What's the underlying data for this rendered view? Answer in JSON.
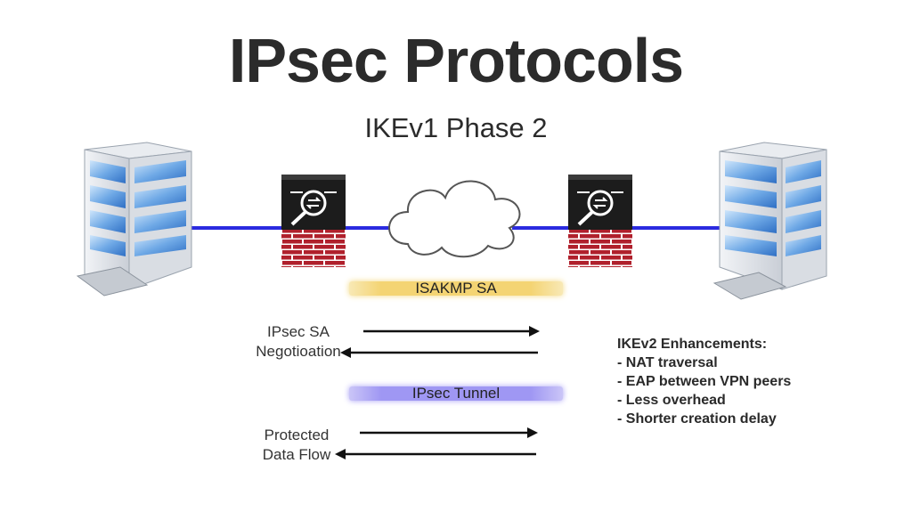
{
  "title": "IPsec Protocols",
  "subtitle": "IKEv1 Phase 2",
  "isakmp_band": "ISAKMP SA",
  "ipsec_band": "IPsec Tunnel",
  "negotiation_label": [
    "IPsec SA",
    "Negotioation"
  ],
  "data_flow_label": [
    "Protected",
    "Data Flow"
  ],
  "enhancements": {
    "heading": "IKEv2 Enhancements:",
    "items": [
      "- NAT traversal",
      "- EAP between VPN peers",
      "- Less overhead",
      "- Shorter creation delay"
    ]
  },
  "colors": {
    "link_line": "#2b2be0",
    "isakmp_glow": "#f4d473",
    "ipsec_glow": "#9f97f3",
    "firewall_brick": "#b0202c",
    "firewall_top": "#1c1c1c"
  },
  "icons": [
    "building-icon",
    "firewall-icon",
    "cloud-icon",
    "arrow-icon"
  ]
}
